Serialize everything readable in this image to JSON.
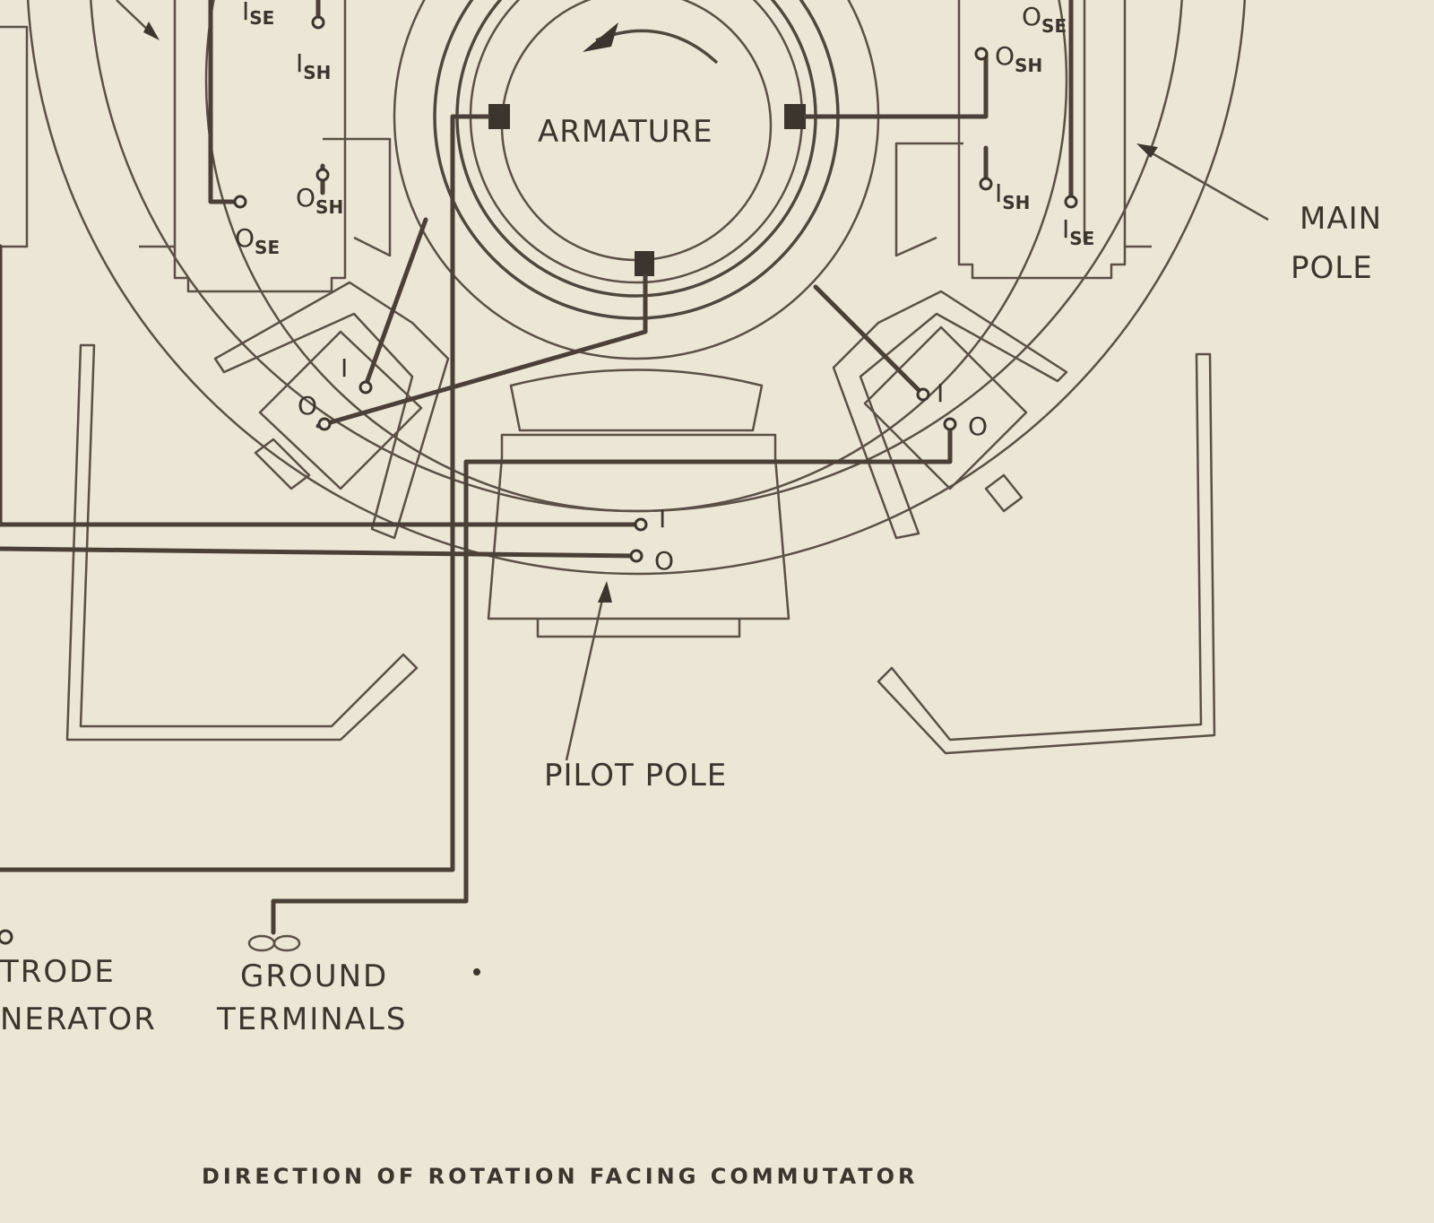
{
  "labels": {
    "armature": "ARMATURE",
    "main_pole_line1": "MAIN",
    "main_pole_line2": "POLE",
    "pilot_pole": "PILOT POLE",
    "electrode_partial": "TRODE",
    "generator_partial": "NERATOR",
    "ground": "GROUND",
    "terminals": "TERMINALS",
    "caption": "DIRECTION OF ROTATION FACING COMMUTATOR"
  },
  "terminals": {
    "O": "O",
    "I": "I",
    "SE": "SE",
    "SH": "SH",
    "pilot_in": "I",
    "pilot_out": "O"
  }
}
